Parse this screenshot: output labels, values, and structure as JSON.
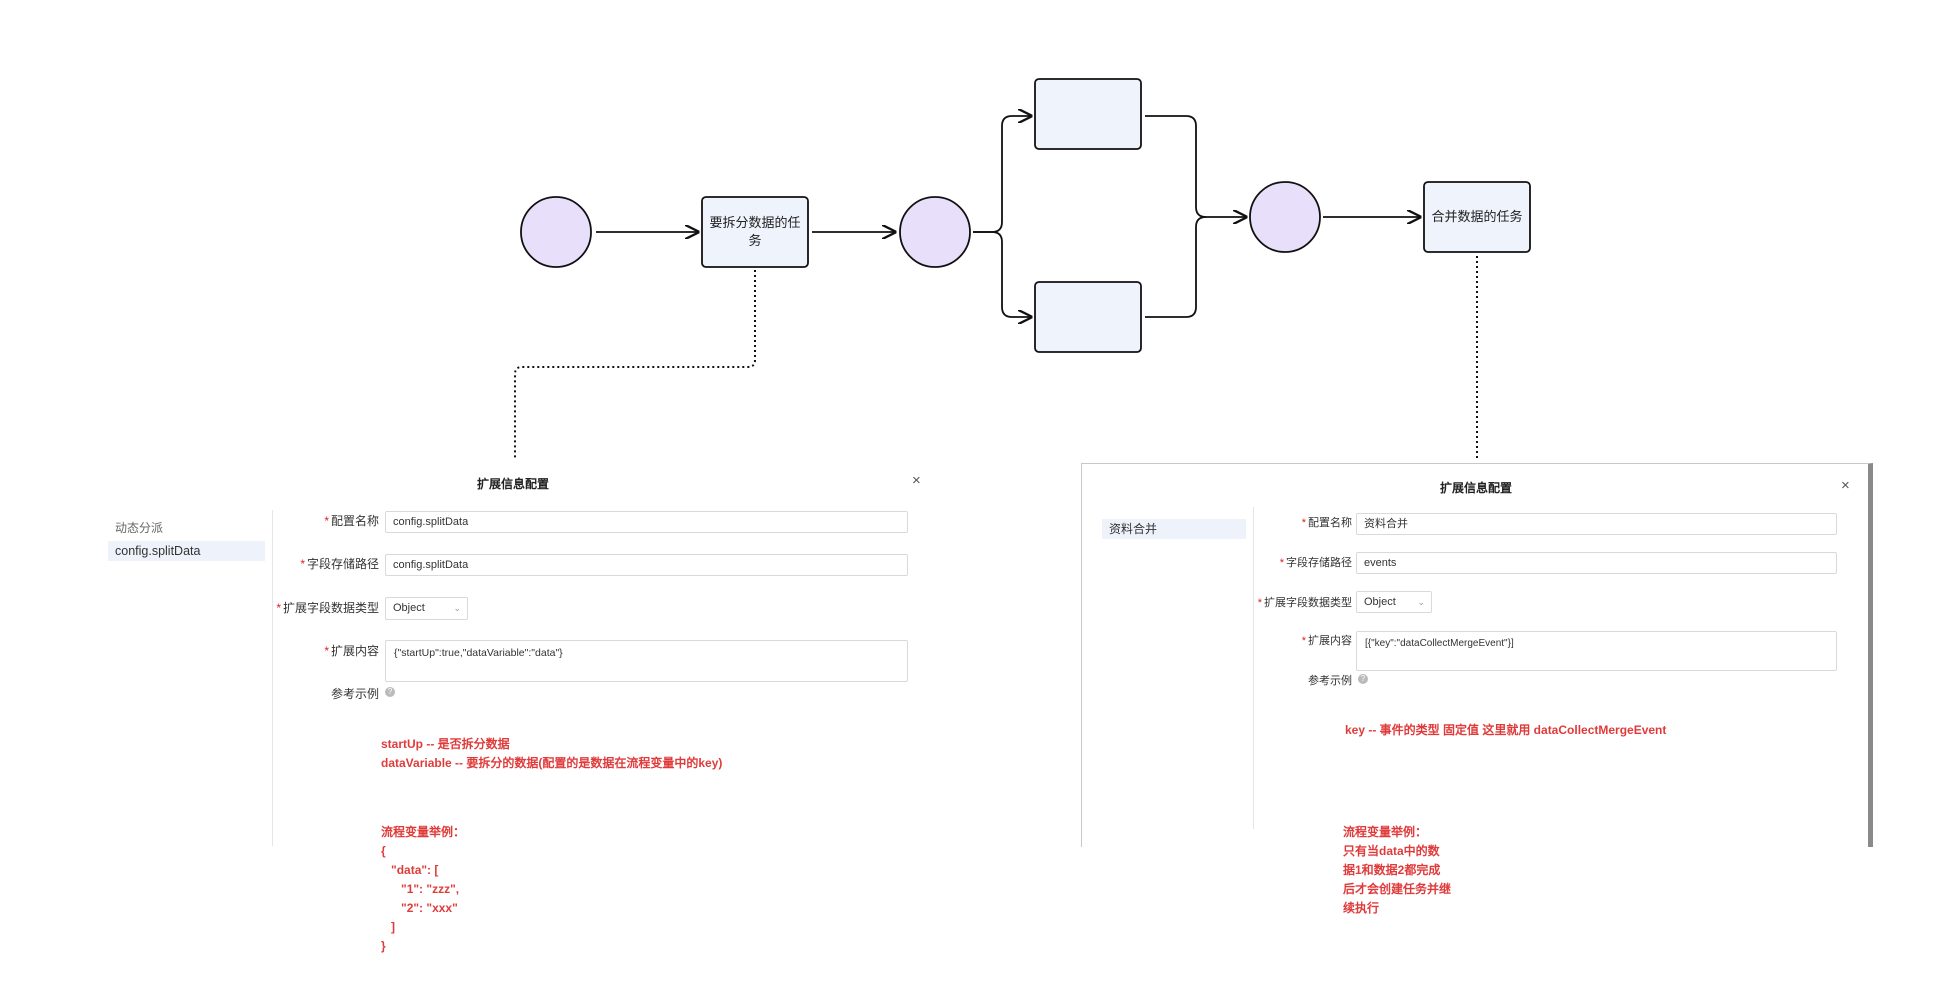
{
  "colors": {
    "circle_fill": "#e8e0fb",
    "task_fill": "#eef3fc",
    "stroke": "#111111",
    "note_red": "#e03b3b",
    "required_red": "#e02020"
  },
  "diagram": {
    "split_task_label": "要拆分数据的任",
    "split_task_label_2": "务",
    "merge_task_label": "合并数据的任务"
  },
  "left_panel": {
    "title": "扩展信息配置",
    "close": "×",
    "sidebar": [
      {
        "label": "动态分派"
      },
      {
        "label": "config.splitData"
      }
    ],
    "fields": {
      "name_label": "配置名称",
      "name_value": "config.splitData",
      "path_label": "字段存储路径",
      "path_value": "config.splitData",
      "type_label": "扩展字段数据类型",
      "type_value": "Object",
      "content_label": "扩展内容",
      "content_value": "{\"startUp\":true,\"dataVariable\":\"data\"}",
      "example_label": "参考示例",
      "help_icon": "?"
    }
  },
  "right_panel": {
    "title": "扩展信息配置",
    "close": "×",
    "sidebar": [
      {
        "label": "资料合并"
      }
    ],
    "fields": {
      "name_label": "配置名称",
      "name_value": "资料合并",
      "path_label": "字段存储路径",
      "path_value": "events",
      "type_label": "扩展字段数据类型",
      "type_value": "Object",
      "content_label": "扩展内容",
      "content_value": "[{\"key\":\"dataCollectMergeEvent\"}]",
      "example_label": "参考示例",
      "help_icon": "?"
    }
  },
  "annotations": {
    "left_note_1": "startUp -- 是否拆分数据\ndataVariable -- 要拆分的数据(配置的是数据在流程变量中的key)",
    "left_note_2": "流程变量举例：\n{\n   \"data\": [\n      \"1\": \"zzz\",\n      \"2\": \"xxx\"\n   ]\n}",
    "right_note_1": "key -- 事件的类型 固定值 这里就用 dataCollectMergeEvent",
    "right_note_2": "流程变量举例：\n只有当data中的数\n据1和数据2都完成\n后才会创建任务并继\n续执行"
  }
}
